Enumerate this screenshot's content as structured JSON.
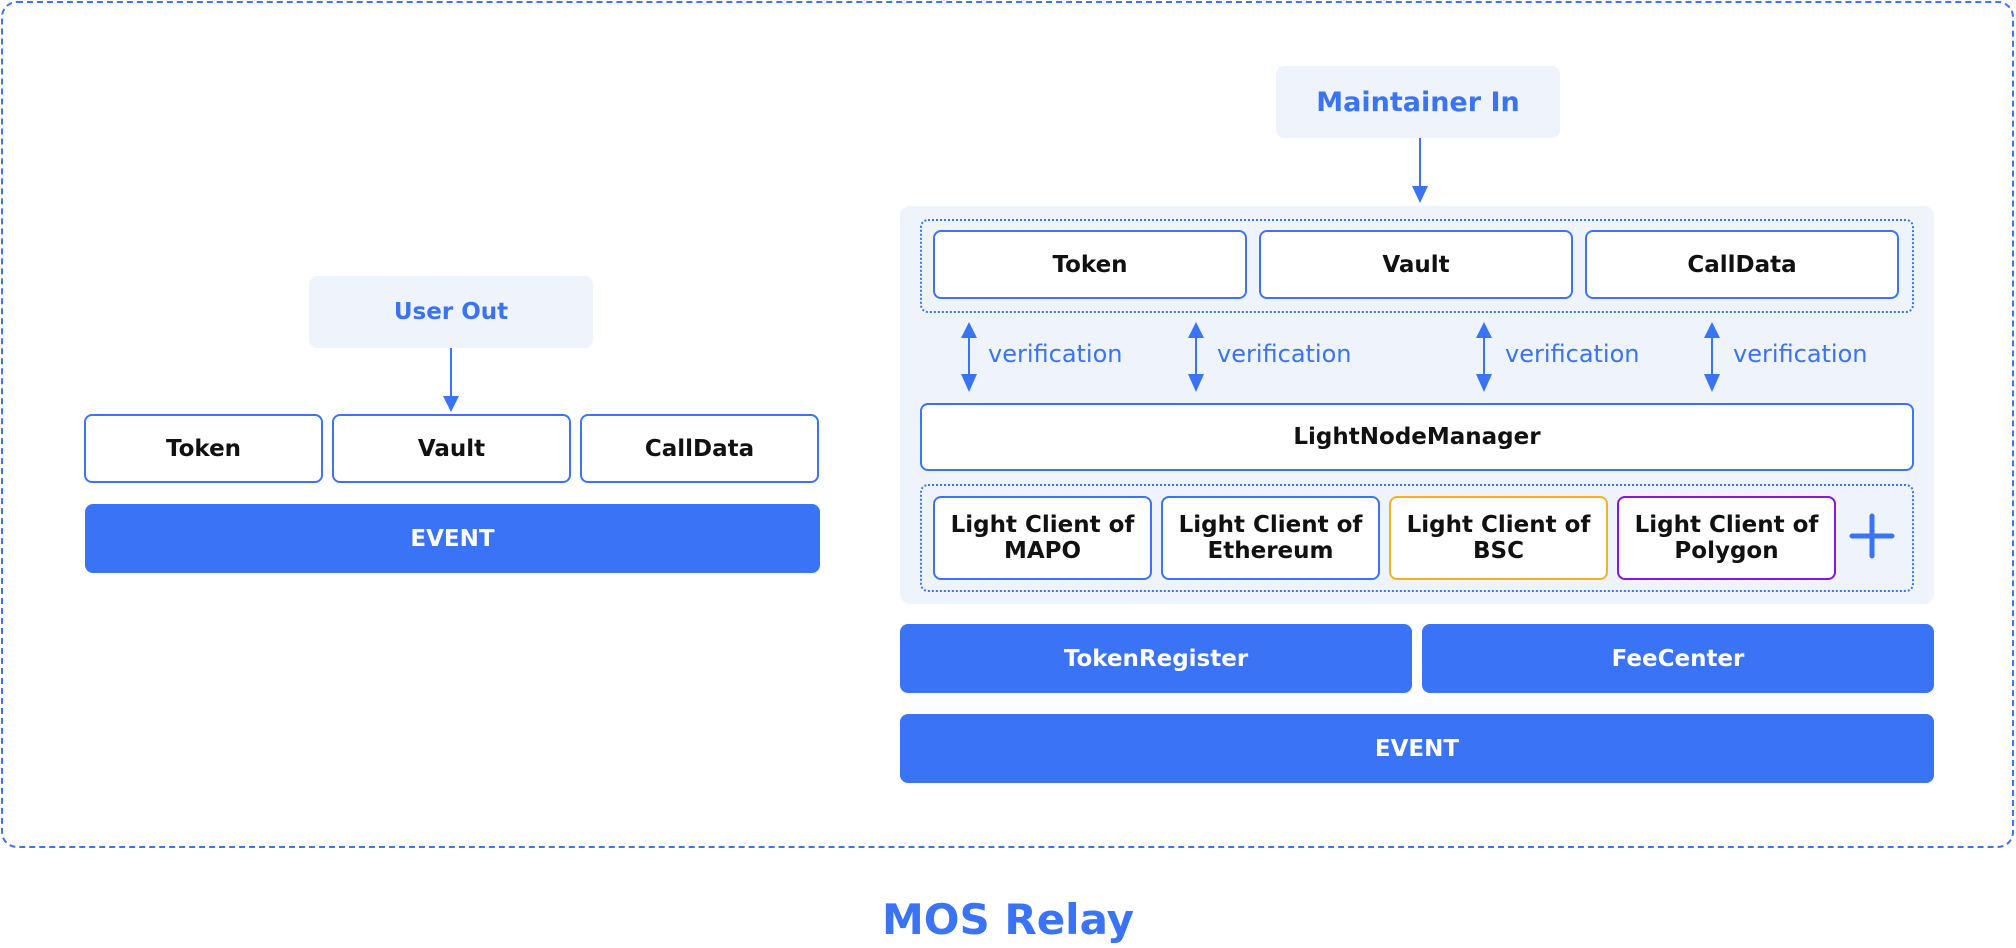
{
  "diagram": {
    "title": "MOS Relay",
    "colors": {
      "accent": "#3a73f5",
      "panel": "#eef3fc",
      "bsc_border": "#f5b21f",
      "polygon_border": "#8a17d8"
    },
    "left": {
      "top_label": "User Out",
      "boxes": [
        "Token",
        "Vault",
        "CallData"
      ],
      "event_label": "EVENT"
    },
    "right": {
      "top_label": "Maintainer In",
      "boxes": [
        "Token",
        "Vault",
        "CallData"
      ],
      "verification_label": "verification",
      "manager_label": "LightNodeManager",
      "clients": [
        {
          "line1": "Light Client of",
          "line2": "MAPO"
        },
        {
          "line1": "Light Client of",
          "line2": "Ethereum"
        },
        {
          "line1": "Light Client of",
          "line2": "BSC"
        },
        {
          "line1": "Light Client of",
          "line2": "Polygon"
        }
      ],
      "add_icon": "plus-icon",
      "token_register_label": "TokenRegister",
      "fee_center_label": "FeeCenter",
      "event_label": "EVENT"
    }
  }
}
